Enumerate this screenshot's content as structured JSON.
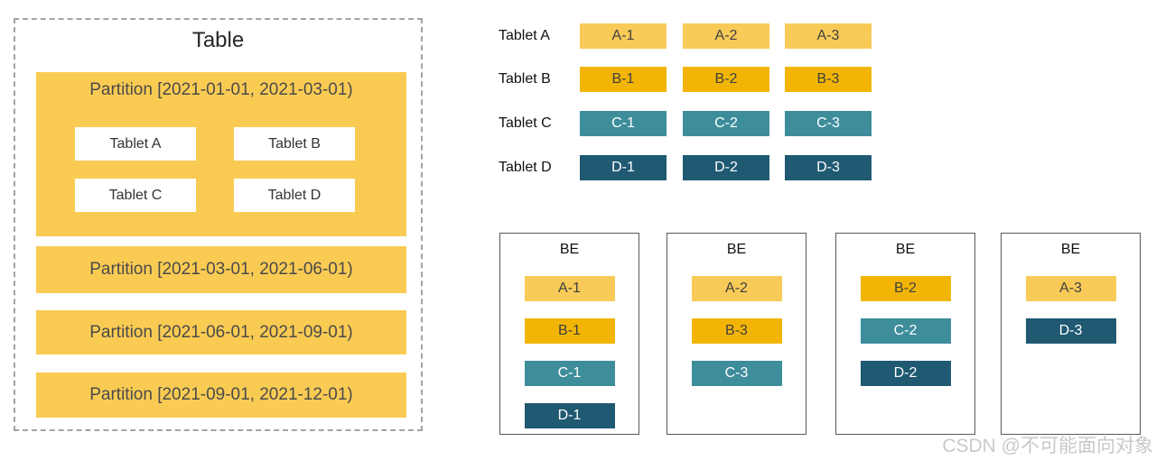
{
  "table": {
    "title": "Table",
    "partitions": [
      {
        "label": "Partition [2021-01-01, 2021-03-01)",
        "tablets": [
          "Tablet A",
          "Tablet B",
          "Tablet C",
          "Tablet D"
        ]
      },
      {
        "label": "Partition [2021-03-01, 2021-06-01)"
      },
      {
        "label": "Partition [2021-06-01, 2021-09-01)"
      },
      {
        "label": "Partition [2021-09-01, 2021-12-01)"
      }
    ]
  },
  "legend_colors": {
    "A": {
      "bg": "#f8ca57",
      "fg": "#404040"
    },
    "B": {
      "bg": "#f2b505",
      "fg": "#404040"
    },
    "C": {
      "bg": "#3e8d9b",
      "fg": "#ffffff"
    },
    "D": {
      "bg": "#1f5972",
      "fg": "#ffffff"
    }
  },
  "partition_color": "#f9cb53",
  "tablet_rows": [
    {
      "label": "Tablet A",
      "tablet": "A",
      "replicas": [
        "A-1",
        "A-2",
        "A-3"
      ]
    },
    {
      "label": "Tablet B",
      "tablet": "B",
      "replicas": [
        "B-1",
        "B-2",
        "B-3"
      ]
    },
    {
      "label": "Tablet C",
      "tablet": "C",
      "replicas": [
        "C-1",
        "C-2",
        "C-3"
      ]
    },
    {
      "label": "Tablet D",
      "tablet": "D",
      "replicas": [
        "D-1",
        "D-2",
        "D-3"
      ]
    }
  ],
  "backends": [
    {
      "label": "BE",
      "replicas": [
        "A-1",
        "B-1",
        "C-1",
        "D-1"
      ]
    },
    {
      "label": "BE",
      "replicas": [
        "A-2",
        "B-3",
        "C-3"
      ]
    },
    {
      "label": "BE",
      "replicas": [
        "B-2",
        "C-2",
        "D-2"
      ]
    },
    {
      "label": "BE",
      "replicas": [
        "A-3",
        "D-3"
      ]
    }
  ],
  "watermark": "CSDN @不可能面向对象"
}
